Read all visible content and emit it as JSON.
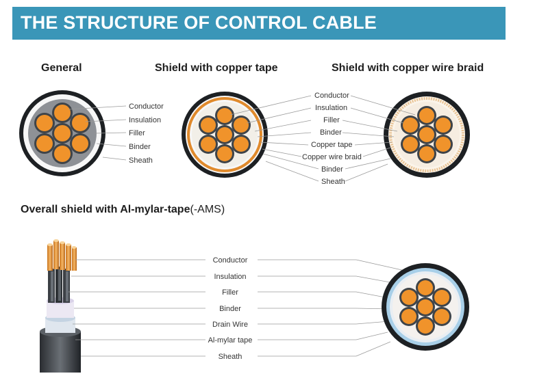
{
  "title": "THE STRUCTURE OF CONTROL CABLE",
  "colors": {
    "banner": "#3a96b8",
    "conductor": "#f0932b",
    "insulation": "#4a4f55",
    "sheath": "#1f2226",
    "copper_tape": "#e08a2c",
    "braid": "#f3d9b5",
    "al_mylar": "#9ec9e6"
  },
  "panels": {
    "general": {
      "heading": "General",
      "labels": [
        "Conductor",
        "Insulation",
        "Filler",
        "Binder",
        "Sheath"
      ]
    },
    "copper_tape": {
      "heading": "Shield with copper tape",
      "labels": [
        "Conductor",
        "Insulation",
        "Filler",
        "Binder",
        "Copper tape",
        "Copper wire braid",
        "Binder",
        "Sheath"
      ]
    },
    "copper_braid": {
      "heading": "Shield with copper wire braid"
    },
    "ams": {
      "heading_bold": "Overall shield with Al-mylar-tape",
      "heading_light": "(-AMS)",
      "labels": [
        "Conductor",
        "Insulation",
        "Filler",
        "Binder",
        "Drain Wire",
        "Al-mylar tape",
        "Sheath"
      ]
    }
  }
}
